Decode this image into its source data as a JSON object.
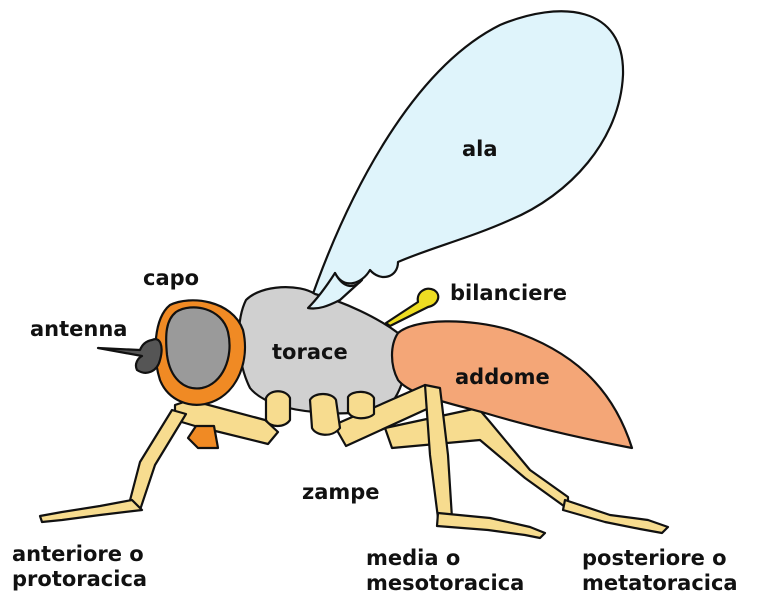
{
  "diagram": {
    "labels": {
      "wing": "ala",
      "haltere": "bilanciere",
      "head": "capo",
      "antenna": "antenna",
      "thorax": "torace",
      "abdomen": "addome",
      "legs": "zampe",
      "front_leg": [
        "anteriore o",
        "protoracica"
      ],
      "middle_leg": [
        "media o",
        "mesotoracica"
      ],
      "hind_leg": [
        "posteriore o",
        "metatoracica"
      ]
    },
    "colors": {
      "wing": "#dff4fb",
      "thorax": "#d0d0d0",
      "abdomen": "#f4a677",
      "head": "#f08a24",
      "eye": "#9a9a9a",
      "antenna": "#555555",
      "legs": "#f7dc8f",
      "haltere": "#eedd22",
      "outline": "#111111"
    }
  }
}
